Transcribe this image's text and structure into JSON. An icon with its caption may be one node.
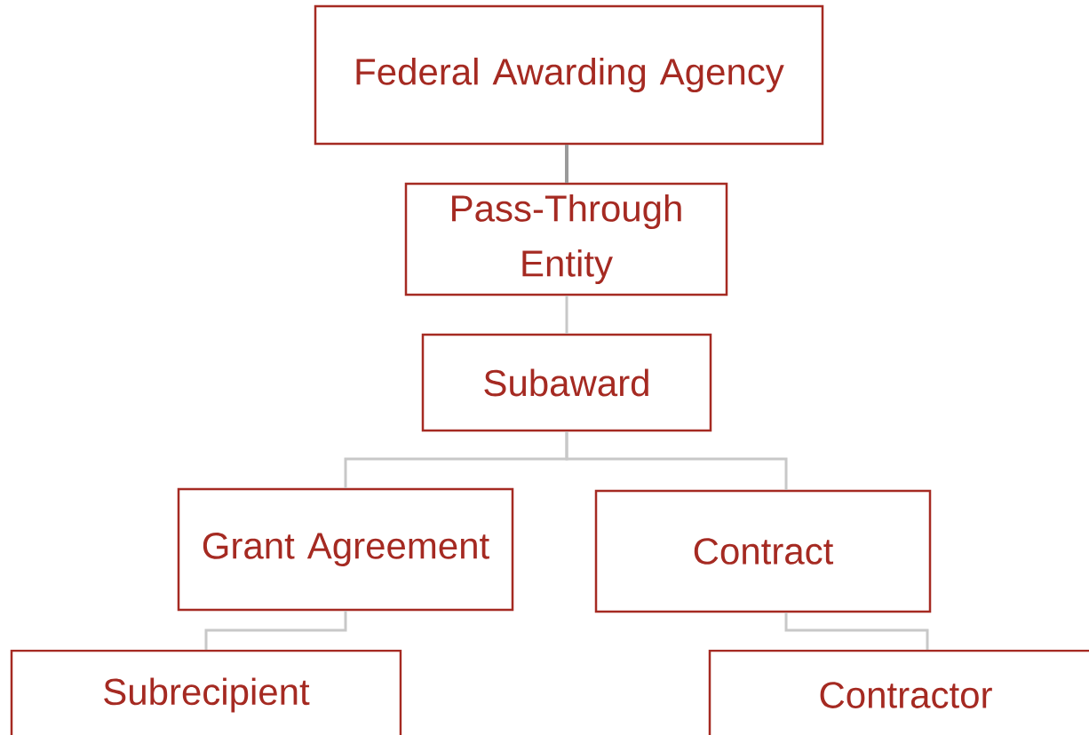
{
  "diagram": {
    "nodes": [
      {
        "text": [
          "Federal Awarding Agency"
        ]
      },
      {
        "text": [
          "Pass-Through Entity"
        ]
      },
      {
        "text": [
          "Subaward"
        ]
      },
      {
        "text": [
          "Grant Agreement"
        ]
      },
      {
        "text": [
          "Contract"
        ]
      },
      {
        "text": [
          "Subrecipient"
        ]
      },
      {
        "text": [
          "Contractor"
        ]
      }
    ],
    "edges": [
      {
        "from": 0,
        "to": 1,
        "arrow": "none",
        "color": "#9a9a9a"
      },
      {
        "from": 1,
        "to": 2,
        "arrow": "none"
      },
      {
        "from": 2,
        "to": 3,
        "arrow": "none"
      },
      {
        "from": 2,
        "to": 4,
        "arrow": "none"
      },
      {
        "from": 3,
        "to": 5,
        "arrow": "none"
      },
      {
        "from": 4,
        "to": 6,
        "arrow": "none"
      }
    ]
  }
}
